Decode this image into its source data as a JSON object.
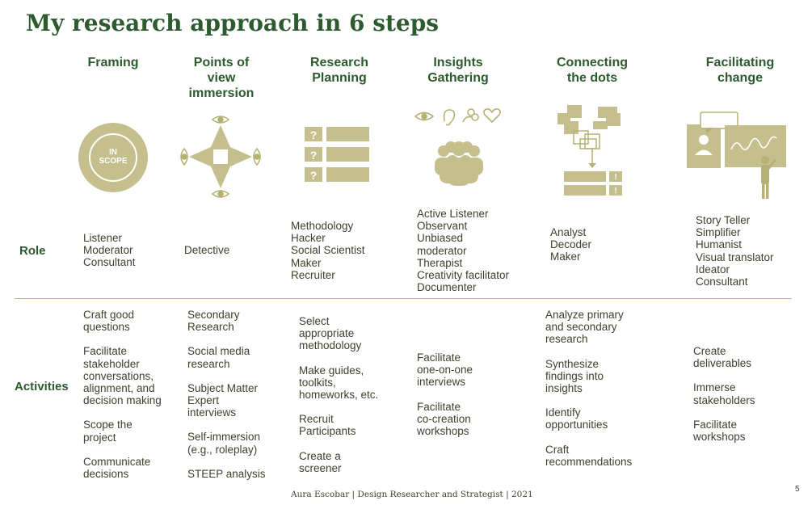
{
  "title": "My research approach in 6 steps",
  "colors": {
    "accent": "#2d5a2e",
    "icon": "#c4bf8c",
    "icon_dark": "#b6b173",
    "divider": "#c7b97a"
  },
  "icons": [
    "scope-badge-icon",
    "immersion-eyes-icon",
    "planning-checklist-icon",
    "insights-group-icon",
    "connecting-dots-icon",
    "facilitating-change-icon"
  ],
  "icon_text": {
    "scope": "IN SCOPE"
  },
  "columns": [
    {
      "heading": [
        "Framing"
      ],
      "role": [
        "Listener",
        "Moderator",
        "Consultant"
      ],
      "activities": [
        [
          "Craft good",
          "questions"
        ],
        [
          "Facilitate",
          "stakeholder",
          "conversations,",
          "alignment, and",
          "decision making"
        ],
        [
          "Scope the",
          "project"
        ],
        [
          "Communicate",
          "decisions"
        ]
      ]
    },
    {
      "heading": [
        "Points of",
        "view",
        "immersion"
      ],
      "role": [
        "Detective"
      ],
      "activities": [
        [
          "Secondary",
          "Research"
        ],
        [
          "Social media",
          "research"
        ],
        [
          "Subject Matter",
          "Expert",
          "interviews"
        ],
        [
          "Self-immersion",
          "(e.g., roleplay)"
        ],
        [
          "STEEP analysis"
        ]
      ]
    },
    {
      "heading": [
        "Research",
        "Planning"
      ],
      "role": [
        "Methodology",
        "Hacker",
        "Social Scientist",
        "Maker",
        "Recruiter"
      ],
      "activities": [
        [
          "Select",
          "appropriate",
          "methodology"
        ],
        [
          "Make guides,",
          "toolkits,",
          "homeworks, etc."
        ],
        [
          "Recruit",
          "Participants"
        ],
        [
          "Create a",
          "screener"
        ]
      ]
    },
    {
      "heading": [
        "Insights",
        "Gathering"
      ],
      "role": [
        "Active Listener",
        "Observant",
        "Unbiased",
        "moderator",
        "Therapist",
        "Creativity facilitator",
        "Documenter"
      ],
      "activities": [
        [
          "Facilitate",
          "one-on-one",
          "interviews"
        ],
        [
          "Facilitate",
          "co-creation",
          "workshops"
        ]
      ]
    },
    {
      "heading": [
        "Connecting",
        "the dots"
      ],
      "role": [
        "Analyst",
        "Decoder",
        "Maker"
      ],
      "activities": [
        [
          "Analyze primary",
          "and secondary",
          "research"
        ],
        [
          "Synthesize",
          "findings into",
          "insights"
        ],
        [
          "Identify",
          "opportunities"
        ],
        [
          "Craft",
          "recommendations"
        ]
      ]
    },
    {
      "heading": [
        "Facilitating",
        "change"
      ],
      "role": [
        "Story Teller",
        "Simplifier",
        "Humanist",
        "Visual translator",
        "Ideator",
        "Consultant"
      ],
      "activities": [
        [
          "Create",
          "deliverables"
        ],
        [
          "Immerse",
          "stakeholders"
        ],
        [
          "Facilitate",
          "workshops"
        ]
      ]
    }
  ],
  "row_labels": {
    "role": "Role",
    "activities": "Activities"
  },
  "footer": "Aura Escobar  |  Design Researcher and Strategist  |  2021",
  "page_number": "5"
}
